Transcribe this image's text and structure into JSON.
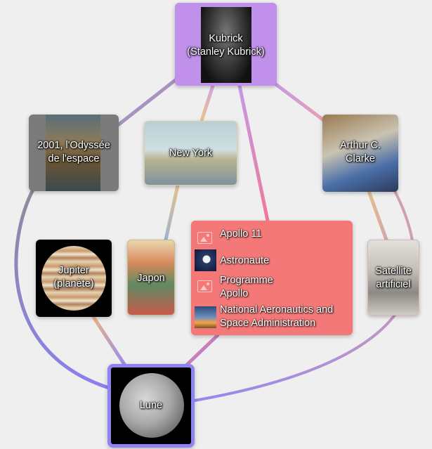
{
  "nodes": {
    "kubrick": {
      "label": "Kubrick\n(Stanley Kubrick)"
    },
    "odyssey": {
      "label": "2001, l'Odyssée\nde l'espace"
    },
    "newyork": {
      "label": "New York"
    },
    "clarke": {
      "label": "Arthur C.\nClarke"
    },
    "jupiter": {
      "label": "Jupiter\n(planète)"
    },
    "japon": {
      "label": "Japon"
    },
    "satellite": {
      "label": "Satellite\nartificiel"
    },
    "lune": {
      "label": "Lune"
    }
  },
  "apollo_group": {
    "items": [
      {
        "label": "Apollo 11",
        "icon": "image-placeholder-icon"
      },
      {
        "label": "Astronaute",
        "icon": "astronaut-thumbnail"
      },
      {
        "label": "Programme\nApollo",
        "icon": "image-placeholder-icon"
      },
      {
        "label": "National Aeronautics and\nSpace Administration",
        "icon": "rocket-launch-thumbnail"
      }
    ],
    "color": "#f57878"
  },
  "colors": {
    "kubrick": "#c090ea",
    "lune_border": "#8f83f4",
    "background": "#efefef"
  }
}
